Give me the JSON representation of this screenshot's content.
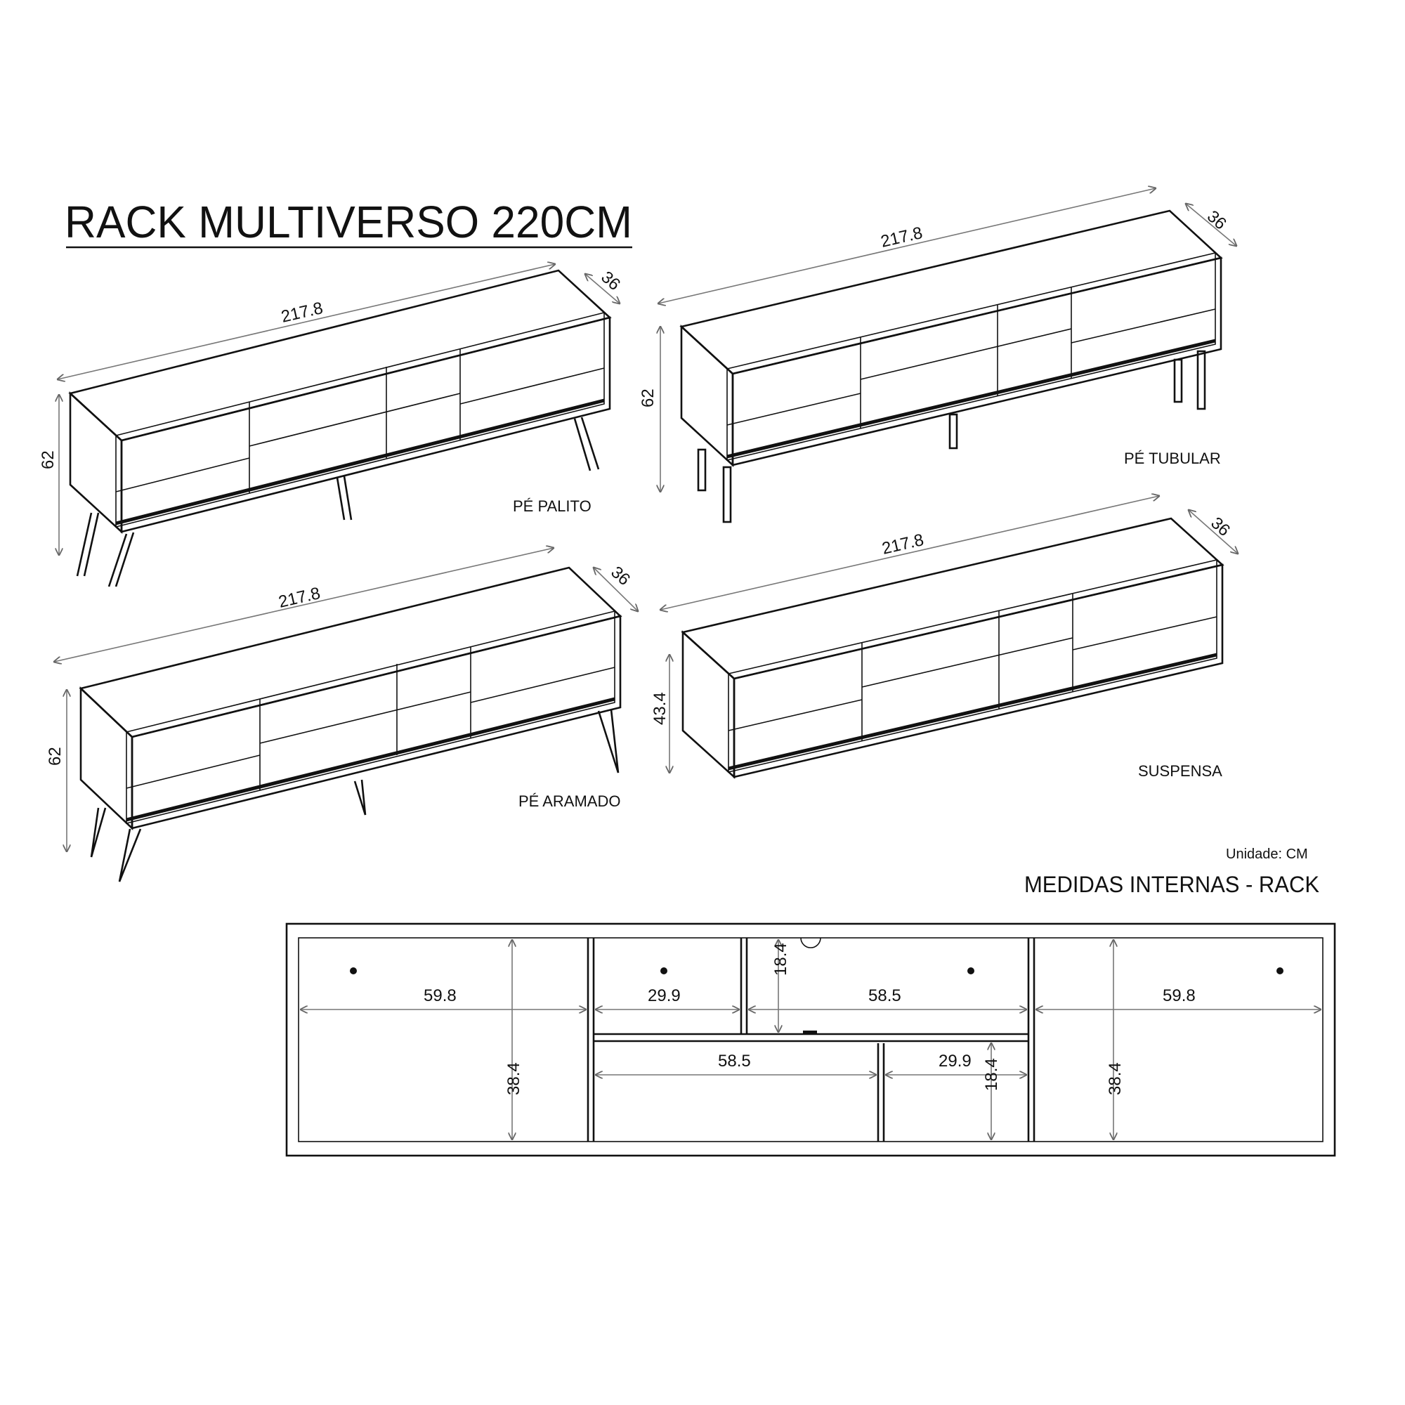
{
  "title": "RACK MULTIVERSO 220CM",
  "unit_note": "Unidade: CM",
  "internal_title": "MEDIDAS INTERNAS - RACK",
  "views": [
    {
      "label": "PÉ PALITO",
      "width": "217.8",
      "depth": "36",
      "height": "62"
    },
    {
      "label": "PÉ TUBULAR",
      "width": "217.8",
      "depth": "36",
      "height": "62"
    },
    {
      "label": "PÉ ARAMADO",
      "width": "217.8",
      "depth": "36",
      "height": "62"
    },
    {
      "label": "SUSPENSA",
      "width": "217.8",
      "depth": "36",
      "height": "43.4"
    }
  ],
  "internal_dims": {
    "left_width": "59.8",
    "left_height": "38.4",
    "top_small_width": "29.9",
    "top_shelf_width": "58.5",
    "top_shelf_height": "18.4",
    "bottom_wide_width": "58.5",
    "bottom_small_width": "29.9",
    "bottom_small_height": "18.4",
    "right_width": "59.8",
    "right_height": "38.4"
  }
}
